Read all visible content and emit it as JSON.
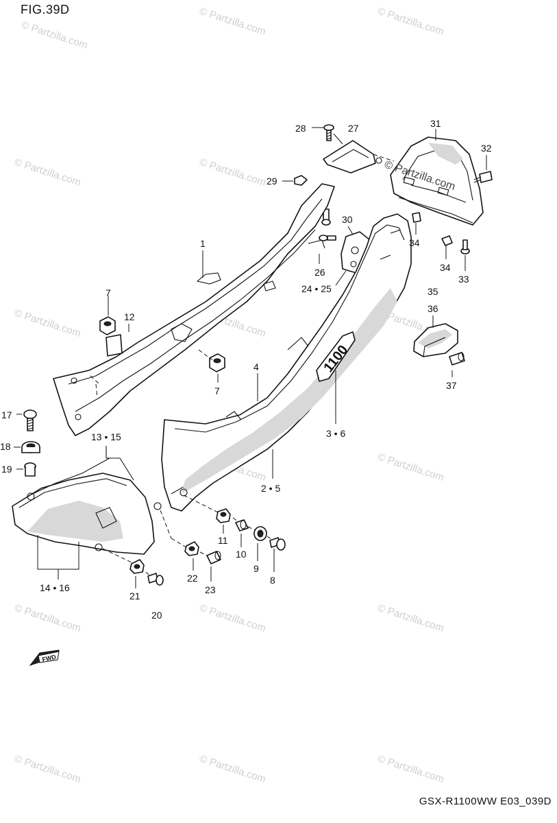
{
  "figure": {
    "title": "FIG.39D",
    "code": "GSX-R1100WW E03_039D"
  },
  "callouts": [
    "28",
    "27",
    "31",
    "32",
    "29",
    "30",
    "1",
    "26",
    "34",
    "34",
    "33",
    "24 • 25",
    "7",
    "12",
    "35",
    "36",
    "4",
    "7",
    "37",
    "3 • 6",
    "17",
    "13 • 15",
    "18",
    "19",
    "2 • 5",
    "11",
    "10",
    "9",
    "8",
    "14 • 16",
    "21",
    "22",
    "23",
    "20"
  ],
  "fwd_label": "FWD",
  "watermark": {
    "text": "© Partzilla.com",
    "center_text": "© Partzilla.com"
  },
  "colors": {
    "line": "#111111",
    "watermark": "#cfcfcf"
  }
}
